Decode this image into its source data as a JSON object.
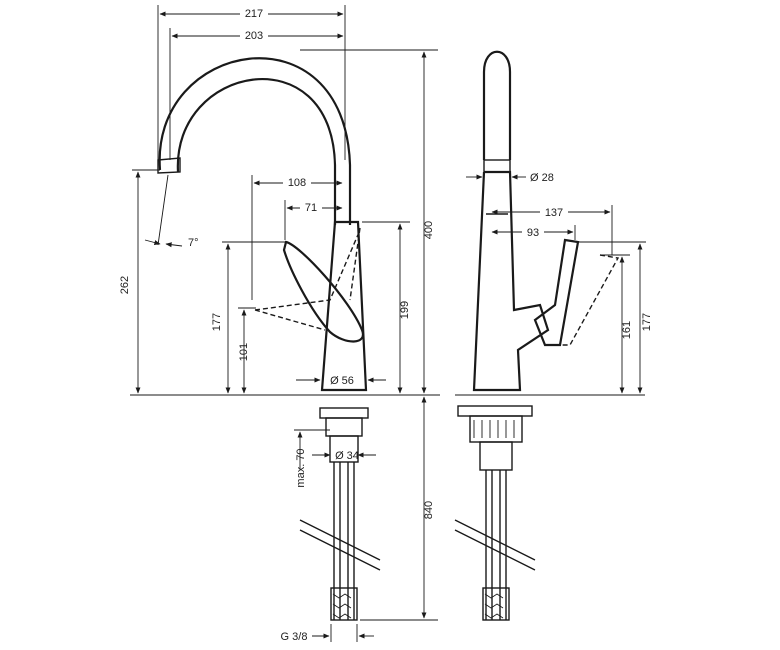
{
  "dimensions": {
    "d217": "217",
    "d203": "203",
    "d400": "400",
    "d262": "262",
    "d108": "108",
    "d71": "71",
    "d7deg": "7°",
    "d177_left": "177",
    "d101": "101",
    "d199": "199",
    "d56": "Ø 56",
    "d34": "Ø 34",
    "dmax70": "max. 70",
    "d840": "840",
    "dG38": "G 3/8",
    "d28": "Ø 28",
    "d137": "137",
    "d93": "93",
    "d161": "161",
    "d177_right": "177"
  }
}
